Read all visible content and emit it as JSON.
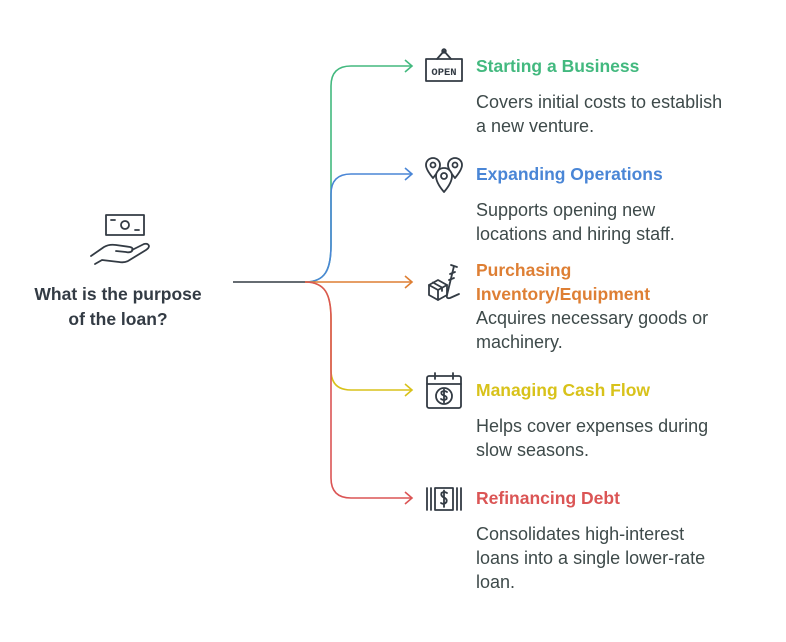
{
  "root": {
    "title_line1": "What is the purpose",
    "title_line2": "of the loan?",
    "icon": "hand-holding-money-icon"
  },
  "branches": [
    {
      "title": "Starting a Business",
      "description_line1": "Covers initial costs to establish",
      "description_line2": "a new venture.",
      "icon": "open-sign-icon",
      "icon_text": "OPEN",
      "color": "#43b97f"
    },
    {
      "title": "Expanding Operations",
      "description_line1": "Supports opening new",
      "description_line2": "locations and hiring staff.",
      "icon": "map-pins-icon",
      "color": "#4a86d6"
    },
    {
      "title_line1": "Purchasing",
      "title_line2": "Inventory/Equipment",
      "description_line1": "Acquires necessary goods or",
      "description_line2": "machinery.",
      "icon": "hand-truck-box-icon",
      "color": "#de7f34"
    },
    {
      "title": "Managing Cash Flow",
      "description_line1": "Helps cover expenses during",
      "description_line2": "slow seasons.",
      "icon": "calendar-dollar-icon",
      "color": "#d8c21a"
    },
    {
      "title": "Refinancing Debt",
      "description_line1": "Consolidates high-interest",
      "description_line2": "loans into a single lower-rate",
      "description_line3": "loan.",
      "icon": "money-stack-icon",
      "color": "#db5555"
    }
  ]
}
